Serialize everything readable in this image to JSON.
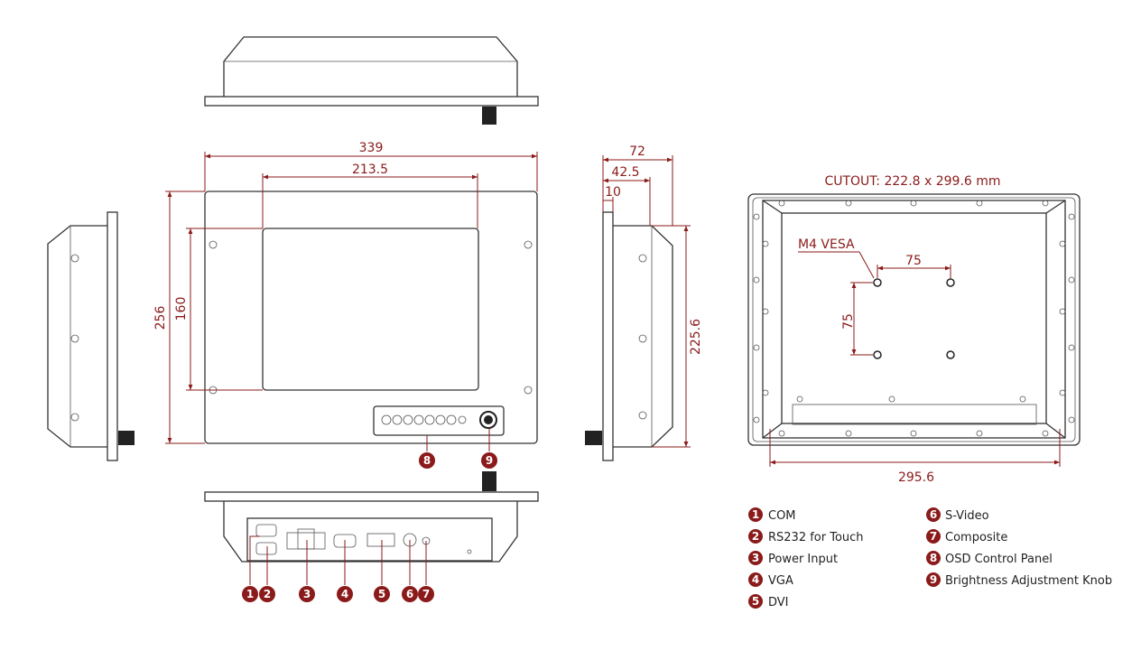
{
  "accent_color": "#8b1a1a",
  "dimensions": {
    "front_width": "339",
    "screen_width": "213.5",
    "front_height": "256",
    "screen_height": "160",
    "depth_total": "72",
    "depth_body": "42.5",
    "depth_flange": "10",
    "side_height": "225.6",
    "cutout": "CUTOUT: 222.8 x 299.6 mm",
    "vesa_label": "M4 VESA",
    "vesa_h": "75",
    "vesa_v": "75",
    "rear_width": "295.6"
  },
  "markers": [
    "1",
    "2",
    "3",
    "4",
    "5",
    "6",
    "7",
    "8",
    "9"
  ],
  "legend": [
    {
      "num": "1",
      "label": "COM"
    },
    {
      "num": "2",
      "label": "RS232 for Touch"
    },
    {
      "num": "3",
      "label": "Power Input"
    },
    {
      "num": "4",
      "label": "VGA"
    },
    {
      "num": "5",
      "label": "DVI"
    },
    {
      "num": "6",
      "label": "S-Video"
    },
    {
      "num": "7",
      "label": "Composite"
    },
    {
      "num": "8",
      "label": "OSD Control Panel"
    },
    {
      "num": "9",
      "label": "Brightness Adjustment Knob"
    }
  ]
}
